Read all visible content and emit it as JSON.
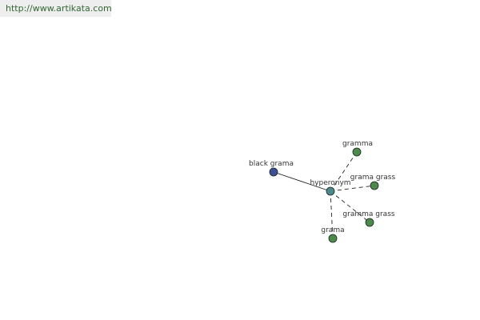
{
  "watermark": {
    "text": "http://www.artikata.com",
    "color": "#336633"
  },
  "graph": {
    "center": {
      "label": "hyperonym",
      "color": "#4a8a8a"
    },
    "nodes": [
      {
        "id": "black-grama",
        "label": "black grama",
        "color": "#3a4f94",
        "edge": "solid"
      },
      {
        "id": "gramma",
        "label": "gramma",
        "color": "#4a8a4a",
        "edge": "dashed"
      },
      {
        "id": "grama-grass",
        "label": "grama grass",
        "color": "#4a8a4a",
        "edge": "dashed"
      },
      {
        "id": "gramma-grass",
        "label": "gramma grass",
        "color": "#4a8a4a",
        "edge": "dashed"
      },
      {
        "id": "grama",
        "label": "grama",
        "color": "#4a8a4a",
        "edge": "dashed"
      }
    ]
  }
}
